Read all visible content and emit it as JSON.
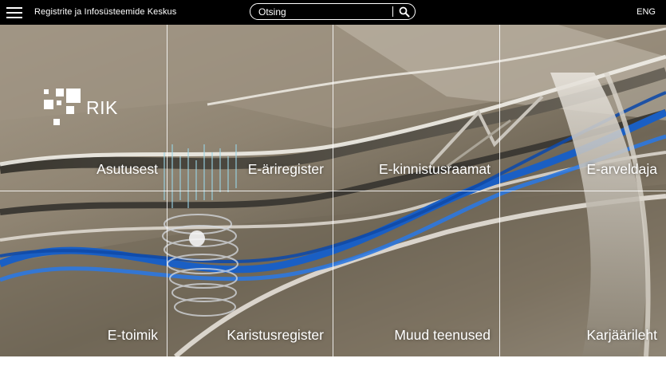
{
  "header": {
    "site_name": "Registrite ja Infosüsteemide Keskus",
    "search_placeholder": "Otsing",
    "language_label": "ENG"
  },
  "logo": {
    "text": "RIK"
  },
  "tiles": [
    {
      "label": "Asutusest"
    },
    {
      "label": "E-äriregister"
    },
    {
      "label": "E-kinnistusraamat"
    },
    {
      "label": "E-arveldaja"
    },
    {
      "label": "E-toimik"
    },
    {
      "label": "Karistusregister"
    },
    {
      "label": "Muud teenused"
    },
    {
      "label": "Karjäärileht"
    }
  ],
  "colors": {
    "topbar": "#000000",
    "accent_blue": "#1a5fc4",
    "text": "#ffffff"
  }
}
